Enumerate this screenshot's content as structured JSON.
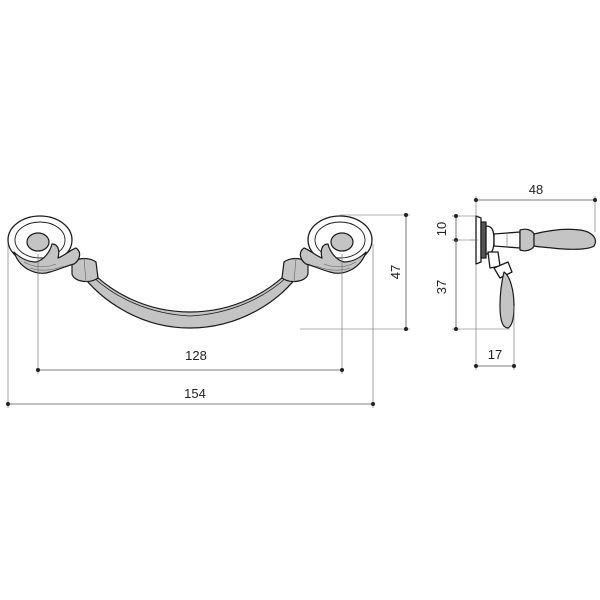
{
  "dimensions": {
    "hole_spacing": "128",
    "overall_length": "154",
    "height": "47",
    "depth": "48",
    "rosette_height": "10",
    "drop_length": "37",
    "handle_thickness": "17"
  },
  "colors": {
    "outline": "#1a1a1a",
    "shading": "#c4c4c4",
    "dimension": "#555555"
  }
}
